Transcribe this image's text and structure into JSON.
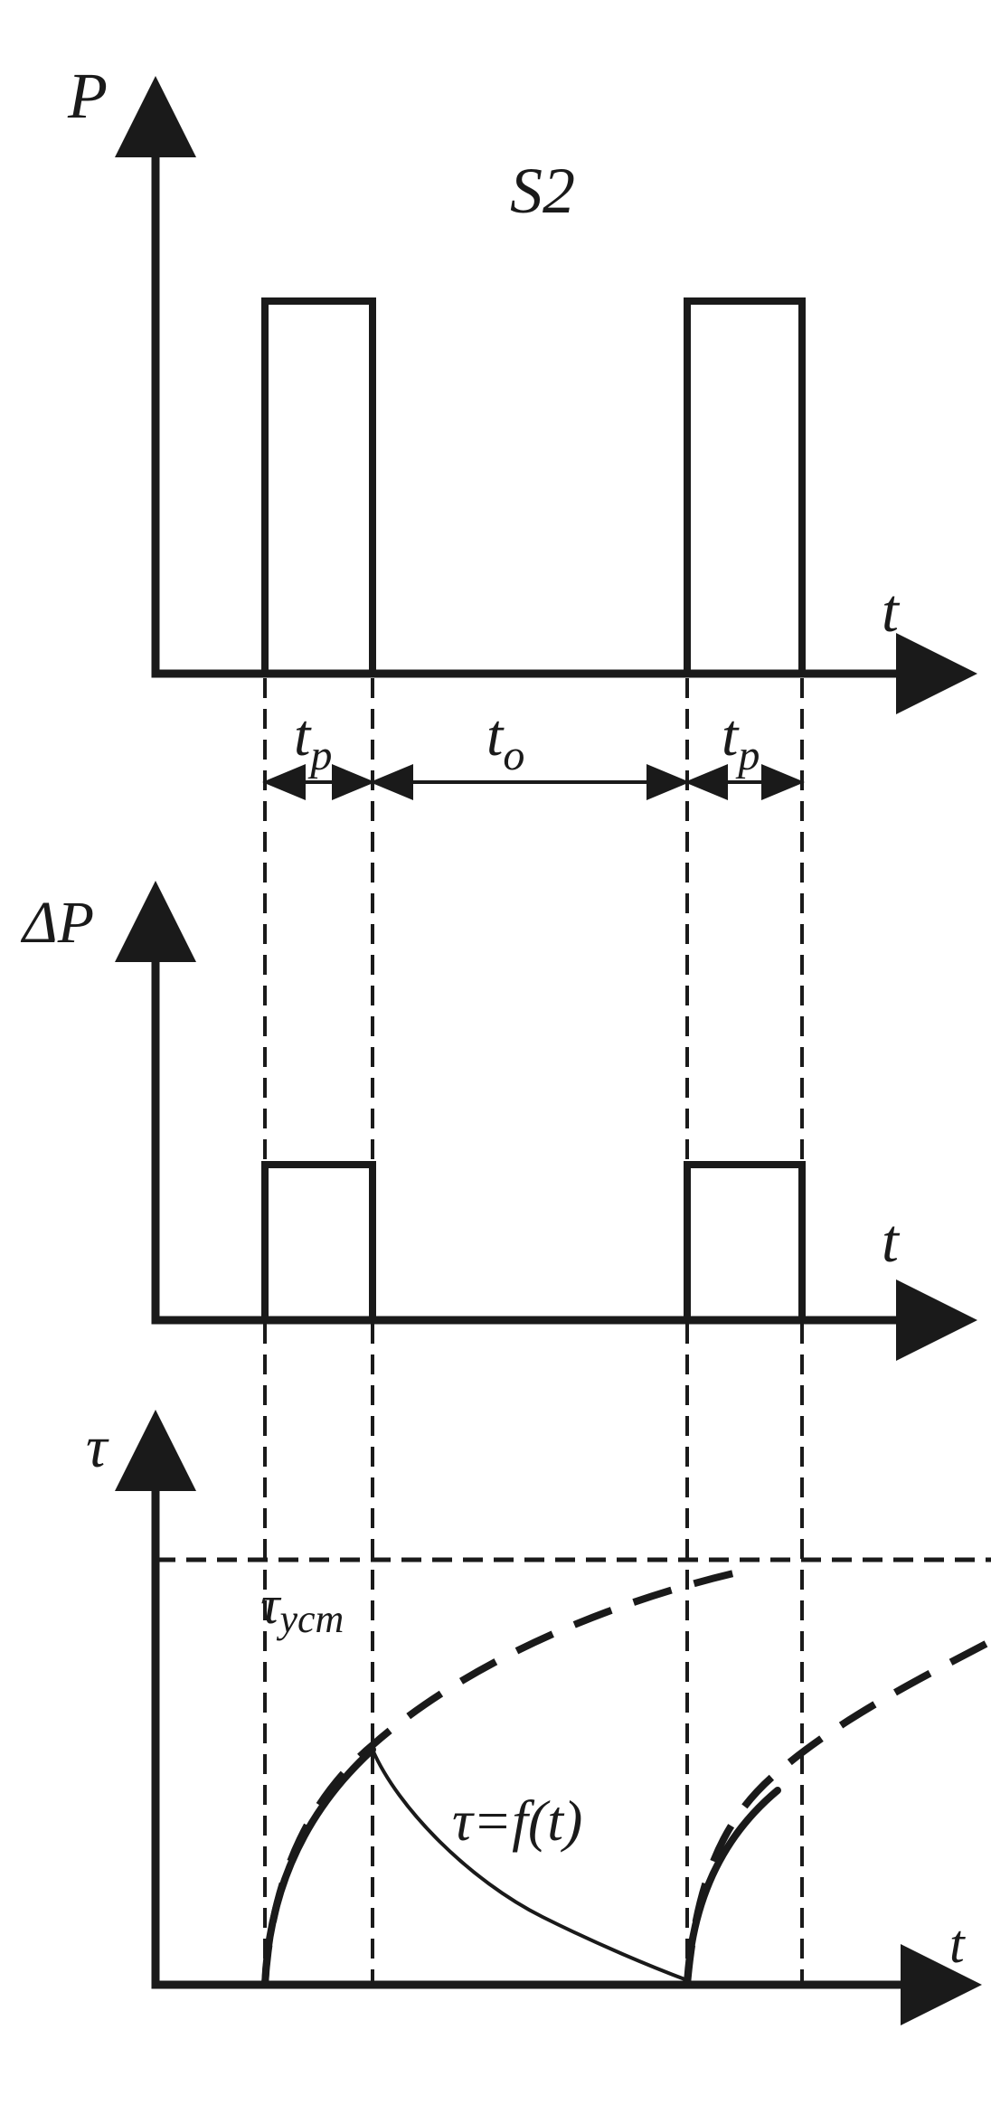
{
  "title": "S2",
  "panels": {
    "power": {
      "y_axis_label": "P",
      "x_axis_label": "t"
    },
    "losses": {
      "y_axis_label": "ΔP",
      "x_axis_label": "t"
    },
    "temperature": {
      "y_axis_label": "τ",
      "x_axis_label": "t",
      "steady_label": "τ",
      "steady_subscript": "уст",
      "curve_label": "τ=f(t)"
    }
  },
  "intervals": {
    "work_symbol": "t",
    "work_subscript": "p",
    "rest_symbol": "t",
    "rest_subscript": "o"
  }
}
